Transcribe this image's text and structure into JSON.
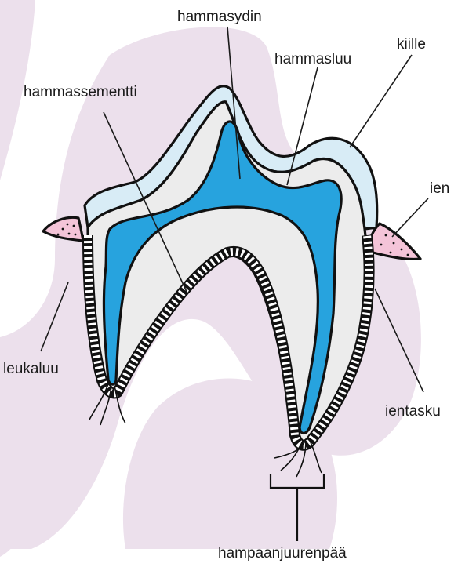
{
  "labels": {
    "pulp": "hammasydin",
    "dentin": "hammasluu",
    "enamel": "kiille",
    "cementum": "hammassementti",
    "gum": "ien",
    "jawbone": "leukaluu",
    "gum_pocket": "ientasku",
    "root_apex": "hampaanjuurenpää"
  },
  "colors": {
    "background_blob": "#ece0ec",
    "enamel": "#d8ecf6",
    "dentin": "#ececec",
    "pulp": "#27a3de",
    "gum": "#f4c4d8",
    "outline": "#111111"
  }
}
